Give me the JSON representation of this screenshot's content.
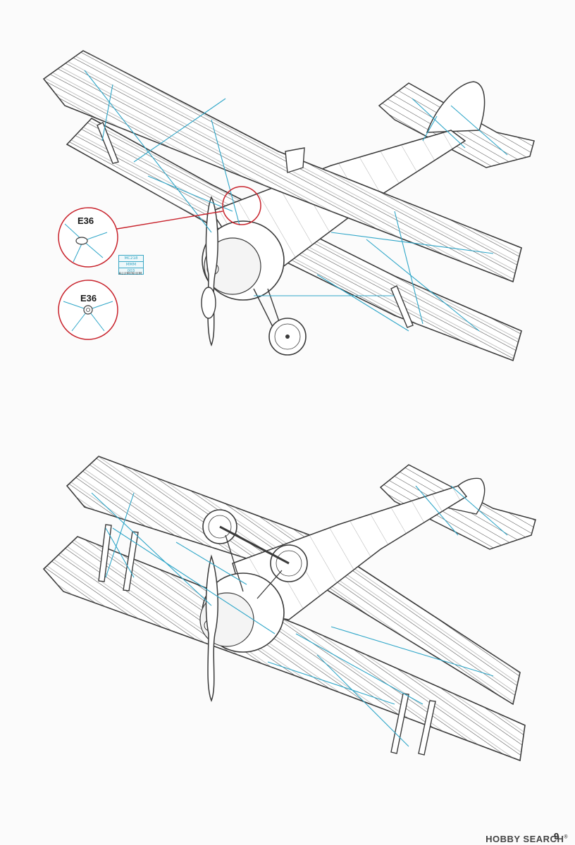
{
  "callouts": [
    {
      "label": "E36"
    },
    {
      "label": "E36"
    }
  ],
  "paint": {
    "codes": [
      "MC218",
      "MMM",
      "003"
    ],
    "name": "ALUMINIUM",
    "color": "#3aa7c4"
  },
  "colors": {
    "outline": "#3a3a3a",
    "rigging": "#2fa6c8",
    "callout_ring": "#c8232c"
  },
  "page_number": "9",
  "watermark": {
    "brand": "HOBBY SEARCH",
    "mark": "®"
  }
}
